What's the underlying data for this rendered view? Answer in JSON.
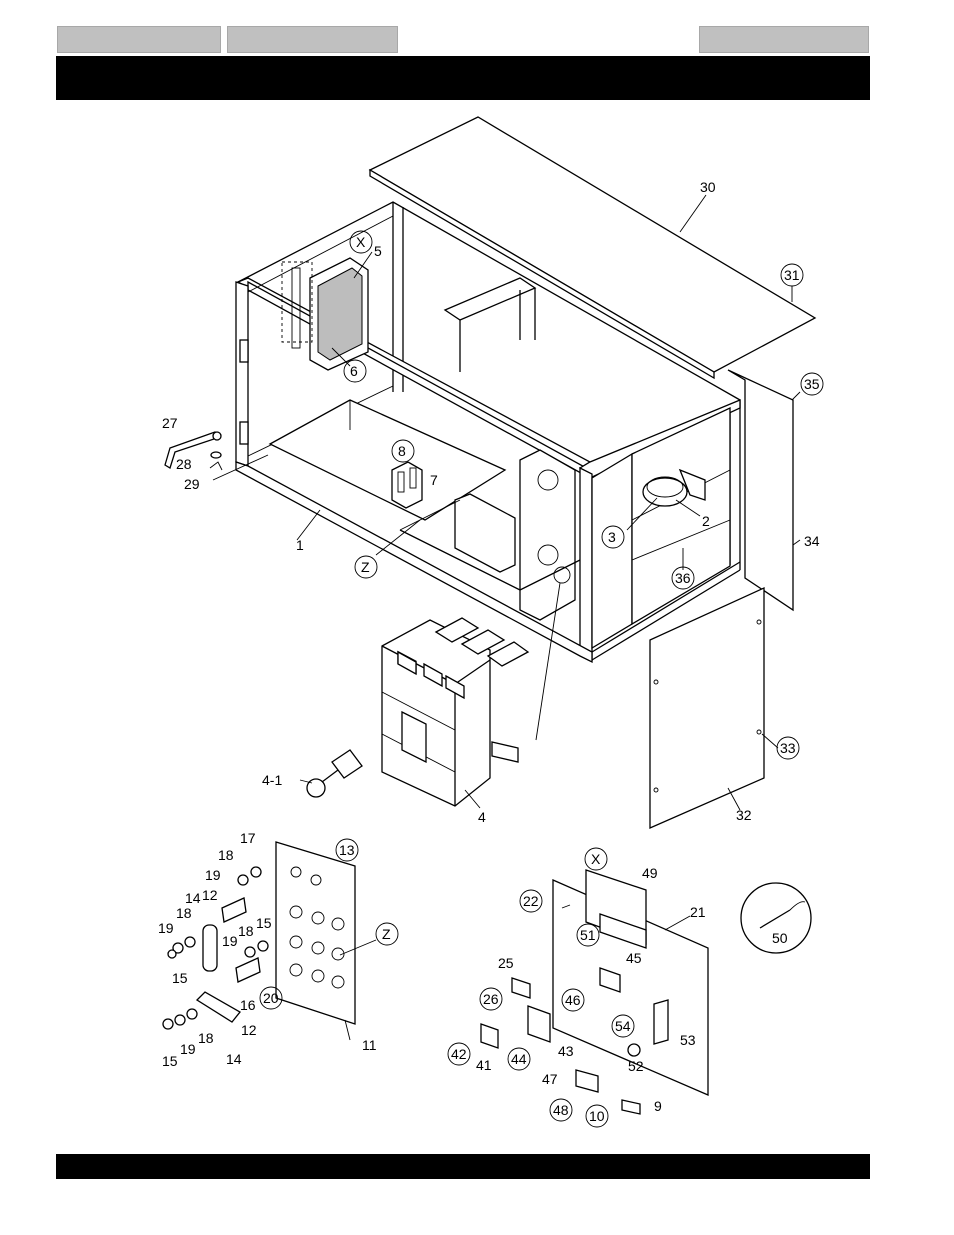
{
  "header": {
    "tabs": [
      "",
      "",
      ""
    ],
    "title": ""
  },
  "footer": {
    "text": ""
  },
  "callouts": {
    "c30": "30",
    "c31": "31",
    "cX": "X",
    "c5": "5",
    "c6": "6",
    "c35": "35",
    "c27": "27",
    "c28": "28",
    "c29": "29",
    "c8": "8",
    "c7": "7",
    "c1": "1",
    "c2": "2",
    "c3": "3",
    "c34": "34",
    "cZ": "Z",
    "c36": "36",
    "c4_1": "4-1",
    "c4": "4",
    "c33": "33",
    "c32": "32",
    "c17": "17",
    "c13": "13",
    "c18a": "18",
    "c19a": "19",
    "c14a": "14",
    "c12a": "12",
    "c19b": "19",
    "c18b": "18",
    "c15a": "15",
    "c18c": "18",
    "c19c": "19",
    "cZ2": "Z",
    "c15b": "15",
    "c16": "16",
    "c20": "20",
    "c12b": "12",
    "c11": "11",
    "c15c": "15",
    "c19d": "19",
    "c18d": "18",
    "c14b": "14",
    "cX2": "X",
    "c49": "49",
    "c22": "22",
    "c21": "21",
    "c51": "51",
    "c50": "50",
    "c25": "25",
    "c45": "45",
    "c26": "26",
    "c46": "46",
    "c54": "54",
    "c53": "53",
    "c42": "42",
    "c41": "41",
    "c44": "44",
    "c43": "43",
    "c52": "52",
    "c47": "47",
    "c48": "48",
    "c10": "10",
    "c9": "9"
  }
}
